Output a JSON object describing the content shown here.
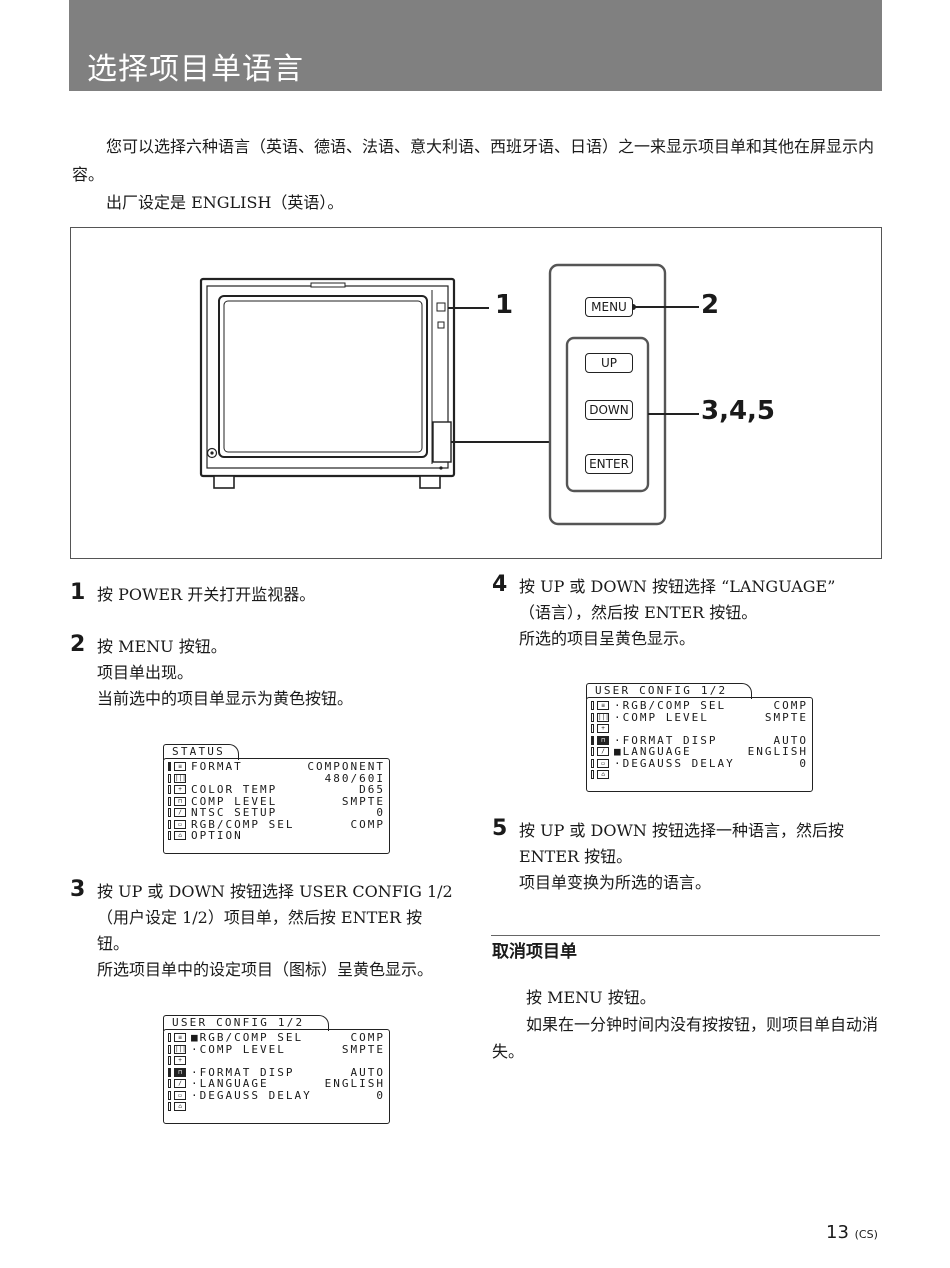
{
  "header": {
    "title": "选择项目单语言"
  },
  "intro": {
    "p1": "您可以选择六种语言（英语、德语、法语、意大利语、西班牙语、日语）之一来显示项目单和其他在屏显示内容。",
    "p2": "出厂设定是 ENGLISH（英语）。"
  },
  "figure": {
    "callouts": [
      "1",
      "2",
      "3,4,5"
    ],
    "buttons": {
      "menu": "MENU",
      "up": "UP",
      "down": "DOWN",
      "enter": "ENTER"
    }
  },
  "steps": [
    {
      "num": "1",
      "lines": [
        "按 POWER 开关打开监视器。"
      ]
    },
    {
      "num": "2",
      "lines": [
        "按 MENU 按钮。",
        "项目单出现。",
        "当前选中的项目单显示为黄色按钮。"
      ]
    },
    {
      "num": "3",
      "lines": [
        "按 UP 或 DOWN 按钮选择 USER CONFIG 1/2",
        "（用户设定 1/2）项目单，然后按 ENTER 按",
        "钮。",
        "所选项目单中的设定项目（图标）呈黄色显示。"
      ]
    },
    {
      "num": "4",
      "lines": [
        "按 UP 或 DOWN 按钮选择 “LANGUAGE”",
        "（语言），然后按 ENTER 按钮。",
        "所选的项目呈黄色显示。"
      ]
    },
    {
      "num": "5",
      "lines": [
        "按 UP 或 DOWN 按钮选择一种语言，然后按",
        "ENTER 按钮。",
        "项目单变换为所选的语言。"
      ]
    }
  ],
  "menus": {
    "status": {
      "title": "STATUS",
      "rows": [
        {
          "label": "FORMAT",
          "value": "COMPONENT"
        },
        {
          "label": "",
          "value": "480/60I"
        },
        {
          "label": "COLOR TEMP",
          "value": "D65"
        },
        {
          "label": "COMP LEVEL",
          "value": "SMPTE"
        },
        {
          "label": "NTSC SETUP",
          "value": "0"
        },
        {
          "label": "RGB/COMP SEL",
          "value": "COMP"
        },
        {
          "label": "OPTION",
          "value": ""
        }
      ]
    },
    "config_a": {
      "title": "USER CONFIG 1/2",
      "rows": [
        {
          "label": "■RGB/COMP SEL",
          "value": "COMP"
        },
        {
          "label": "·COMP LEVEL",
          "value": "SMPTE"
        },
        {
          "label": "",
          "value": ""
        },
        {
          "label": "·FORMAT DISP",
          "value": "AUTO"
        },
        {
          "label": "·LANGUAGE",
          "value": "ENGLISH"
        },
        {
          "label": "·DEGAUSS DELAY",
          "value": "0"
        }
      ]
    },
    "config_b": {
      "title": "USER CONFIG 1/2",
      "rows": [
        {
          "label": "·RGB/COMP SEL",
          "value": "COMP"
        },
        {
          "label": "·COMP LEVEL",
          "value": "SMPTE"
        },
        {
          "label": "",
          "value": ""
        },
        {
          "label": "·FORMAT DISP",
          "value": "AUTO"
        },
        {
          "label": "■LANGUAGE",
          "value": "ENGLISH"
        },
        {
          "label": "·DEGAUSS DELAY",
          "value": "0"
        }
      ]
    }
  },
  "cancel": {
    "heading": "取消项目单",
    "p1": "按 MENU 按钮。",
    "p2": "如果在一分钟时间内没有按按钮，则项目单自动消失。"
  },
  "footer": {
    "page": "13",
    "suffix": "(CS)"
  }
}
